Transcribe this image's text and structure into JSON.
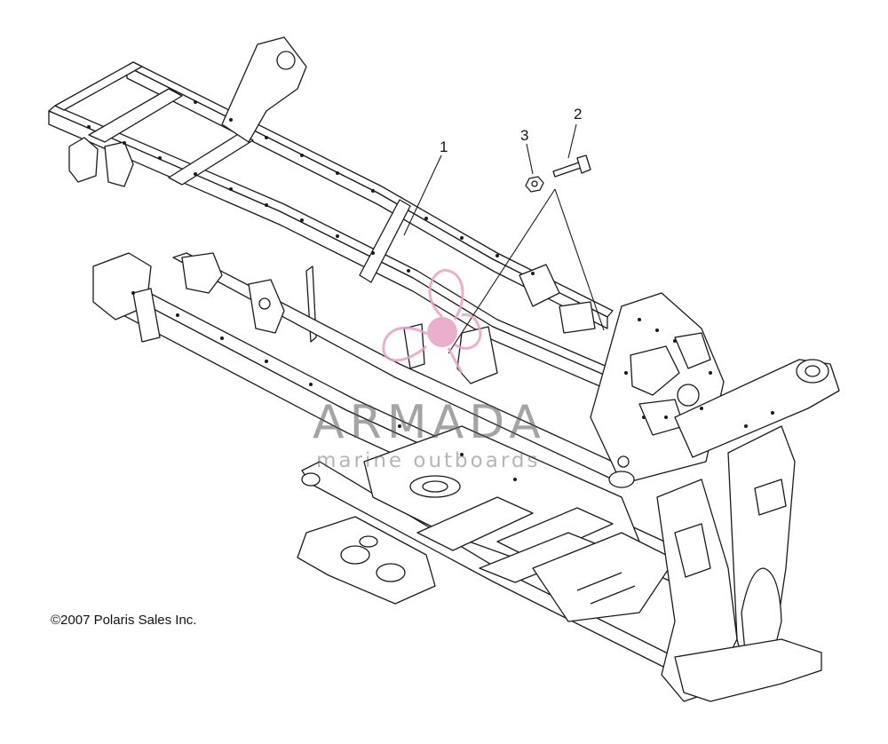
{
  "callouts": {
    "frame": "1",
    "bolt": "2",
    "nut": "3"
  },
  "copyright": "©2007 Polaris Sales Inc.",
  "watermark": {
    "title": "ARMADA",
    "subtitle": "marine outboards",
    "accent_color": "#e8a2c6"
  },
  "line_color": "#1a1a1a"
}
